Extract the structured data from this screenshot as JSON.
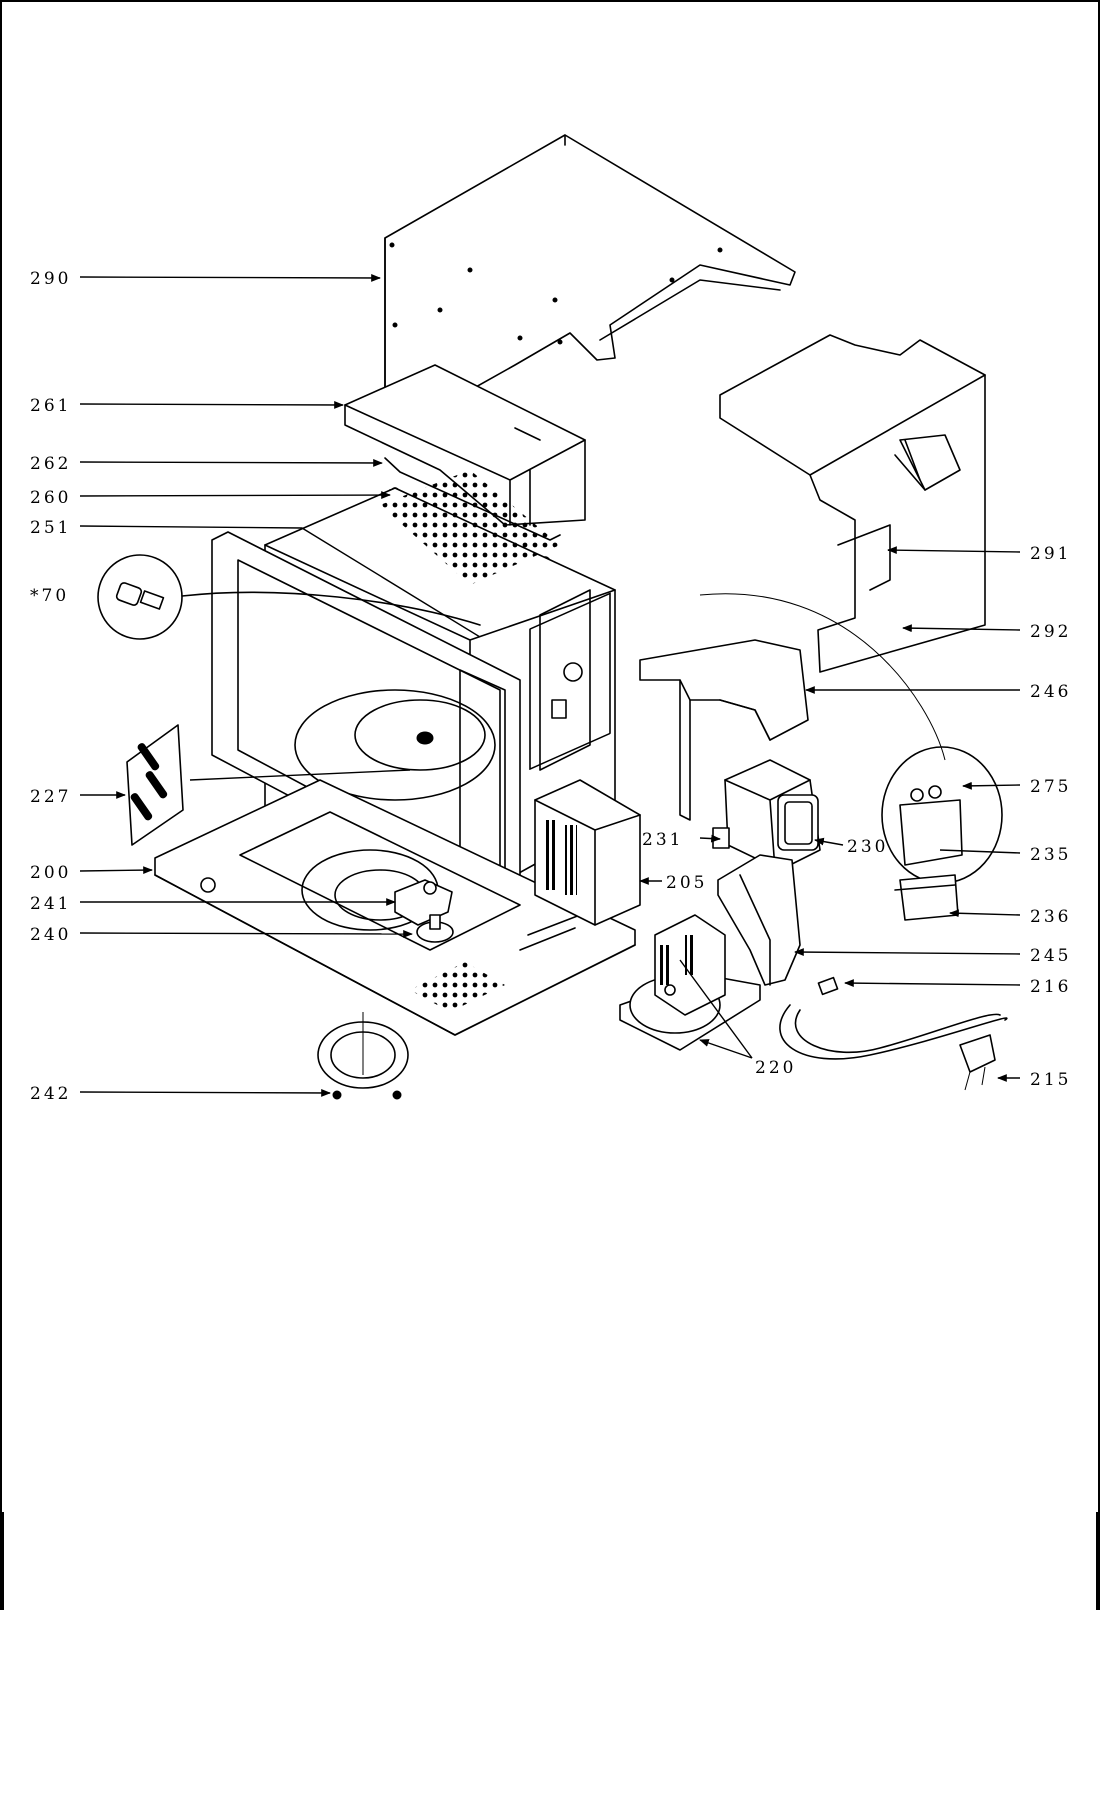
{
  "callouts": {
    "c290": "290",
    "c261": "261",
    "c262": "262",
    "c260": "260",
    "c251": "251",
    "c70": "*70",
    "c227": "227",
    "c200": "200",
    "c241": "241",
    "c240": "240",
    "c242": "242",
    "c291": "291",
    "c292": "292",
    "c246": "246",
    "c275": "275",
    "c235": "235",
    "c236": "236",
    "c231": "231",
    "c230": "230",
    "c205": "205",
    "c245": "245",
    "c216": "216",
    "c220": "220",
    "c215": "215"
  }
}
